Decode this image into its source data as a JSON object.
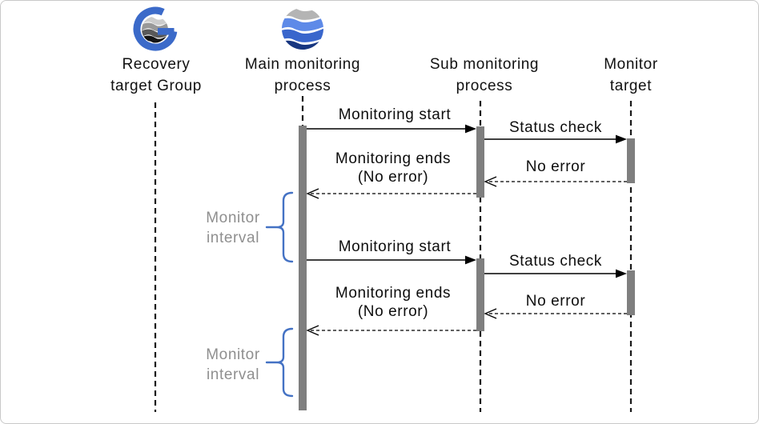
{
  "diagram": {
    "type": "sequence-diagram",
    "participants": [
      {
        "id": "recovery-target-group",
        "line1": "Recovery",
        "line2": "target Group",
        "icon": "g-globe-icon"
      },
      {
        "id": "main-monitoring-process",
        "line1": "Main monitoring",
        "line2": "process",
        "icon": "wave-sphere-icon"
      },
      {
        "id": "sub-monitoring-process",
        "line1": "Sub monitoring",
        "line2": "process",
        "icon": "none"
      },
      {
        "id": "monitor-target",
        "line1": "Monitor",
        "line2": "target",
        "icon": "none"
      }
    ],
    "cycles": [
      {
        "monitoring_start": "Monitoring start",
        "status_check": "Status check",
        "no_error": "No error",
        "monitoring_ends_line1": "Monitoring ends",
        "monitoring_ends_line2": "(No error)",
        "interval_line1": "Monitor",
        "interval_line2": "interval"
      },
      {
        "monitoring_start": "Monitoring start",
        "status_check": "Status check",
        "no_error": "No error",
        "monitoring_ends_line1": "Monitoring ends",
        "monitoring_ends_line2": "(No error)",
        "interval_line1": "Monitor",
        "interval_line2": "interval"
      }
    ],
    "colors": {
      "background": "#ffffff",
      "frame_border": "#c9c9c9",
      "lifeline": "#1a1a1a",
      "activation_bar": "#7f7f7f",
      "arrow": "#000000",
      "interval_brace": "#4472c4",
      "interval_text": "#8f8f8f",
      "g_icon_blue": "#3b6ac9",
      "wave_sphere_bands": [
        "#b4b4b4",
        "#5e8ae8",
        "#3966cc",
        "#173680"
      ],
      "g_sphere_bands": [
        "#cccccc",
        "#999999",
        "#595959",
        "#141414"
      ]
    }
  }
}
